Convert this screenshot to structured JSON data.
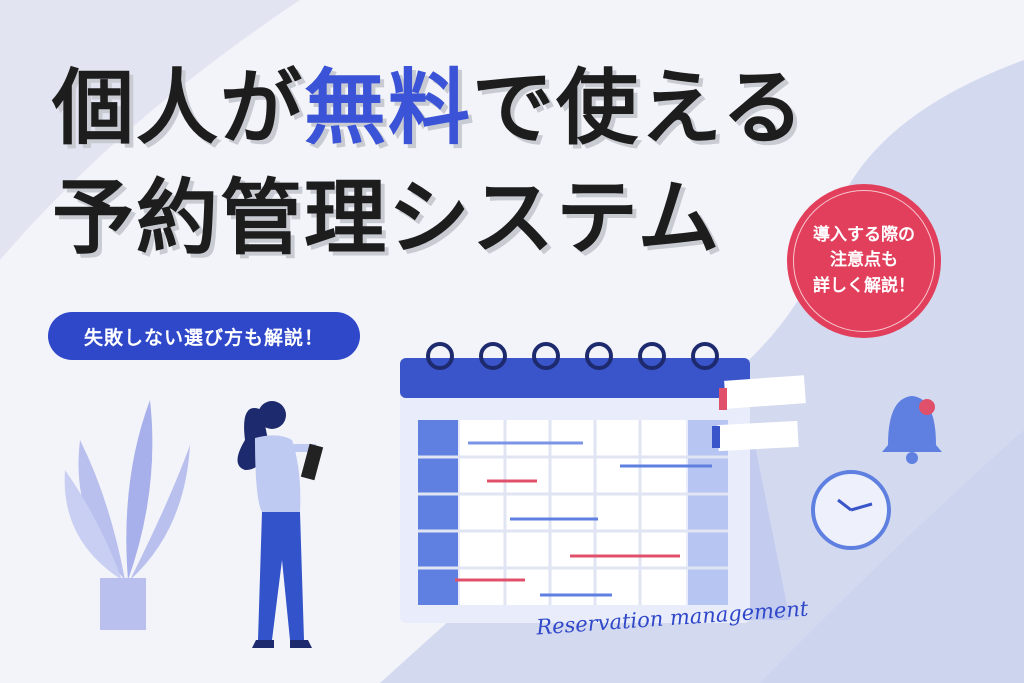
{
  "headline": {
    "line1_part1": "個人が",
    "line1_accent": "無料",
    "line1_part2": "で使える",
    "line2": "予約管理システム"
  },
  "subtitle_pill": "失敗しない選び方も解説！",
  "badge": {
    "line1": "導入する際の",
    "line2": "注意点も",
    "line3": "詳しく解説！"
  },
  "script_caption": "Reservation management",
  "colors": {
    "accent_blue": "#3b53d6",
    "pill_blue": "#2f48c9",
    "badge_red": "#e23f5c",
    "background": "#f3f4f9"
  },
  "icons": [
    "plant-illustration",
    "woman-with-clipboard-illustration",
    "calendar-illustration",
    "bell-icon",
    "clock-icon"
  ]
}
